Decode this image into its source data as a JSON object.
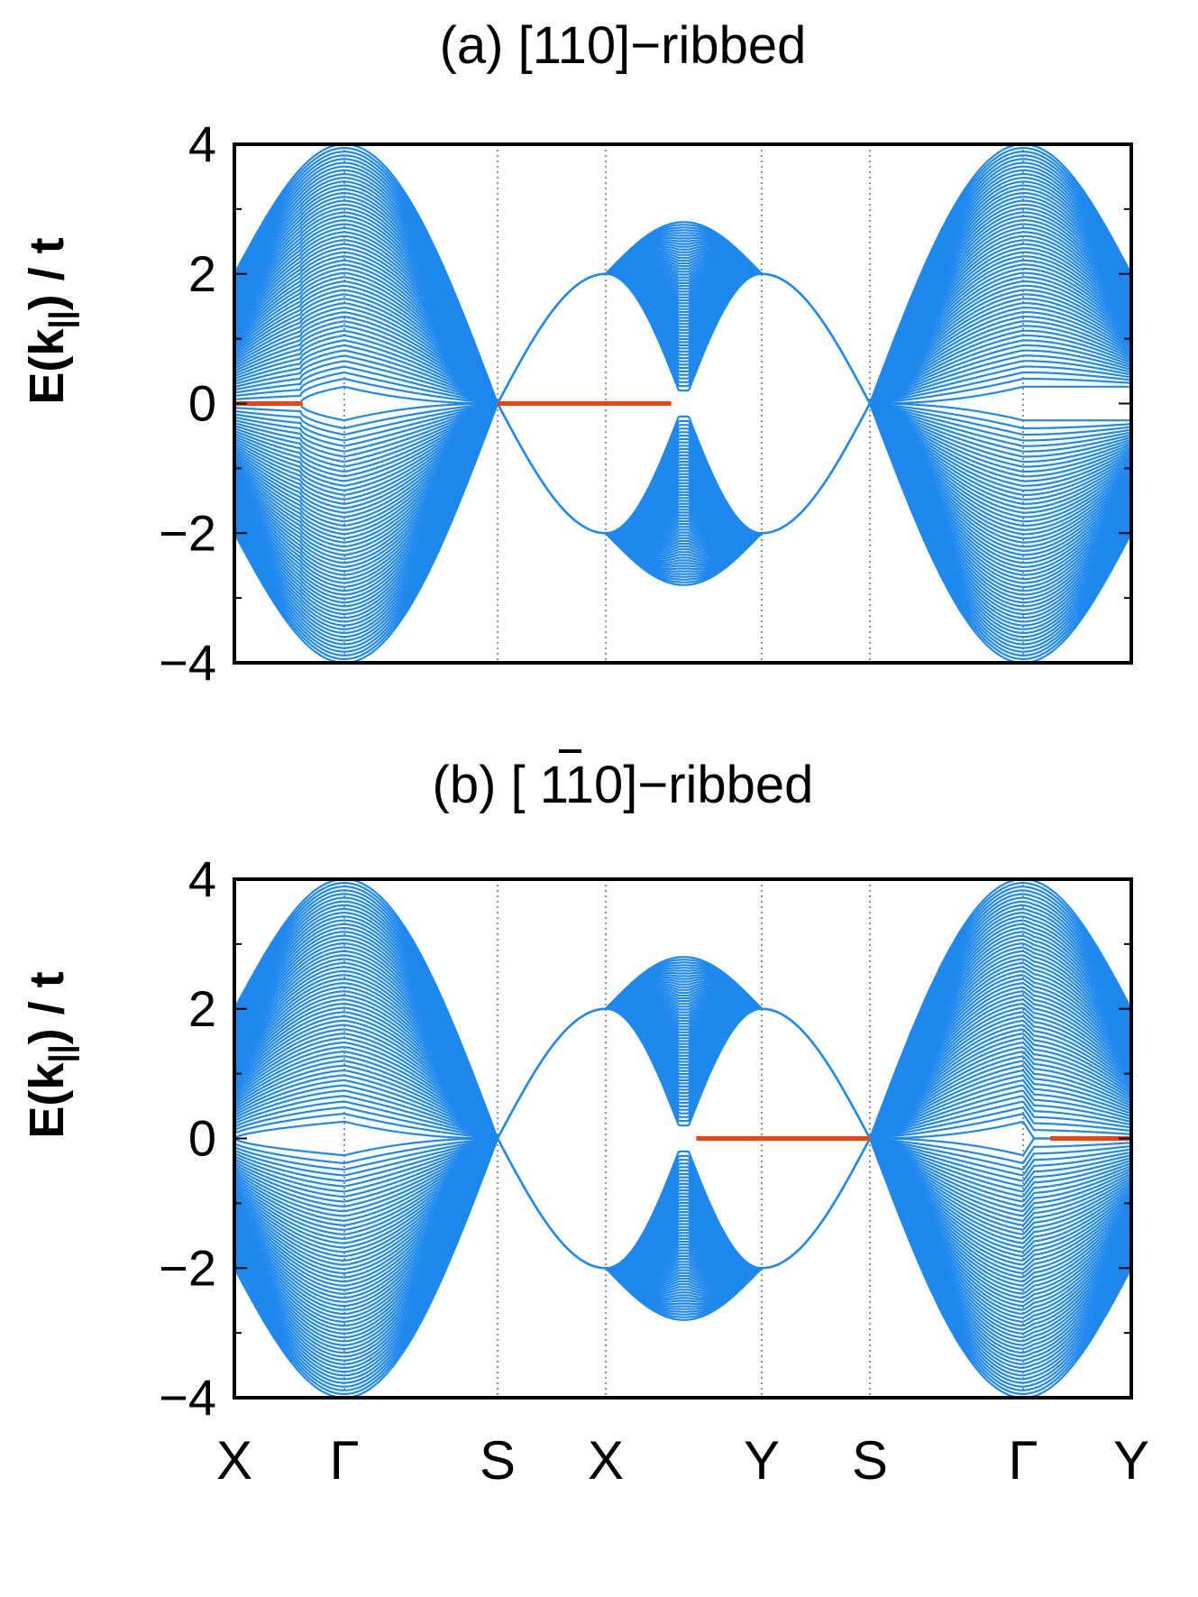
{
  "chart_data": [
    {
      "type": "line",
      "title": "(a) [110]−ribbed",
      "ylabel_parts": [
        "E(",
        "k",
        "||",
        ") / t"
      ],
      "ylim": [
        -4,
        4
      ],
      "yticks": [
        {
          "value": 4,
          "label": "4"
        },
        {
          "value": 2,
          "label": "2"
        },
        {
          "value": 0,
          "label": "0"
        },
        {
          "value": -2,
          "label": "−2"
        },
        {
          "value": -4,
          "label": "−4"
        }
      ],
      "k_path": [
        "X",
        "Γ",
        "S",
        "X",
        "Y",
        "S",
        "Γ",
        "Y"
      ],
      "band_color": "#1e88ee",
      "edge_state_color": "#ee4411",
      "edge_states": [
        {
          "from": "X",
          "to": "X–Γ (30%)",
          "energy": 0
        },
        {
          "from": "S",
          "to": "X–Y (42%)",
          "energy": 0
        }
      ],
      "grid": "vertical dotted lines at high-symmetry points"
    },
    {
      "type": "line",
      "title": "(b) [ 110]−ribbed",
      "title_overbar_on": "1 (first digit)",
      "ylabel_parts": [
        "E(",
        "k",
        "||",
        ") / t"
      ],
      "ylim": [
        -4,
        4
      ],
      "yticks": [
        {
          "value": 4,
          "label": "4"
        },
        {
          "value": 2,
          "label": "2"
        },
        {
          "value": 0,
          "label": "0"
        },
        {
          "value": -2,
          "label": "−2"
        },
        {
          "value": -4,
          "label": "−4"
        }
      ],
      "k_path": [
        "X",
        "Γ",
        "S",
        "X",
        "Y",
        "S",
        "Γ",
        "Y"
      ],
      "band_color": "#1e88ee",
      "edge_state_color": "#ee4411",
      "edge_states": [
        {
          "from": "X–Y (58%)",
          "to": "S",
          "energy": 0
        },
        {
          "from": "Γ–Y (10%)",
          "to": "Y",
          "energy": 0
        }
      ],
      "grid": "vertical dotted lines at high-symmetry points"
    }
  ],
  "x_axis_labels": [
    "X",
    "Γ",
    "S",
    "X",
    "Y",
    "S",
    "Γ",
    "Y"
  ]
}
